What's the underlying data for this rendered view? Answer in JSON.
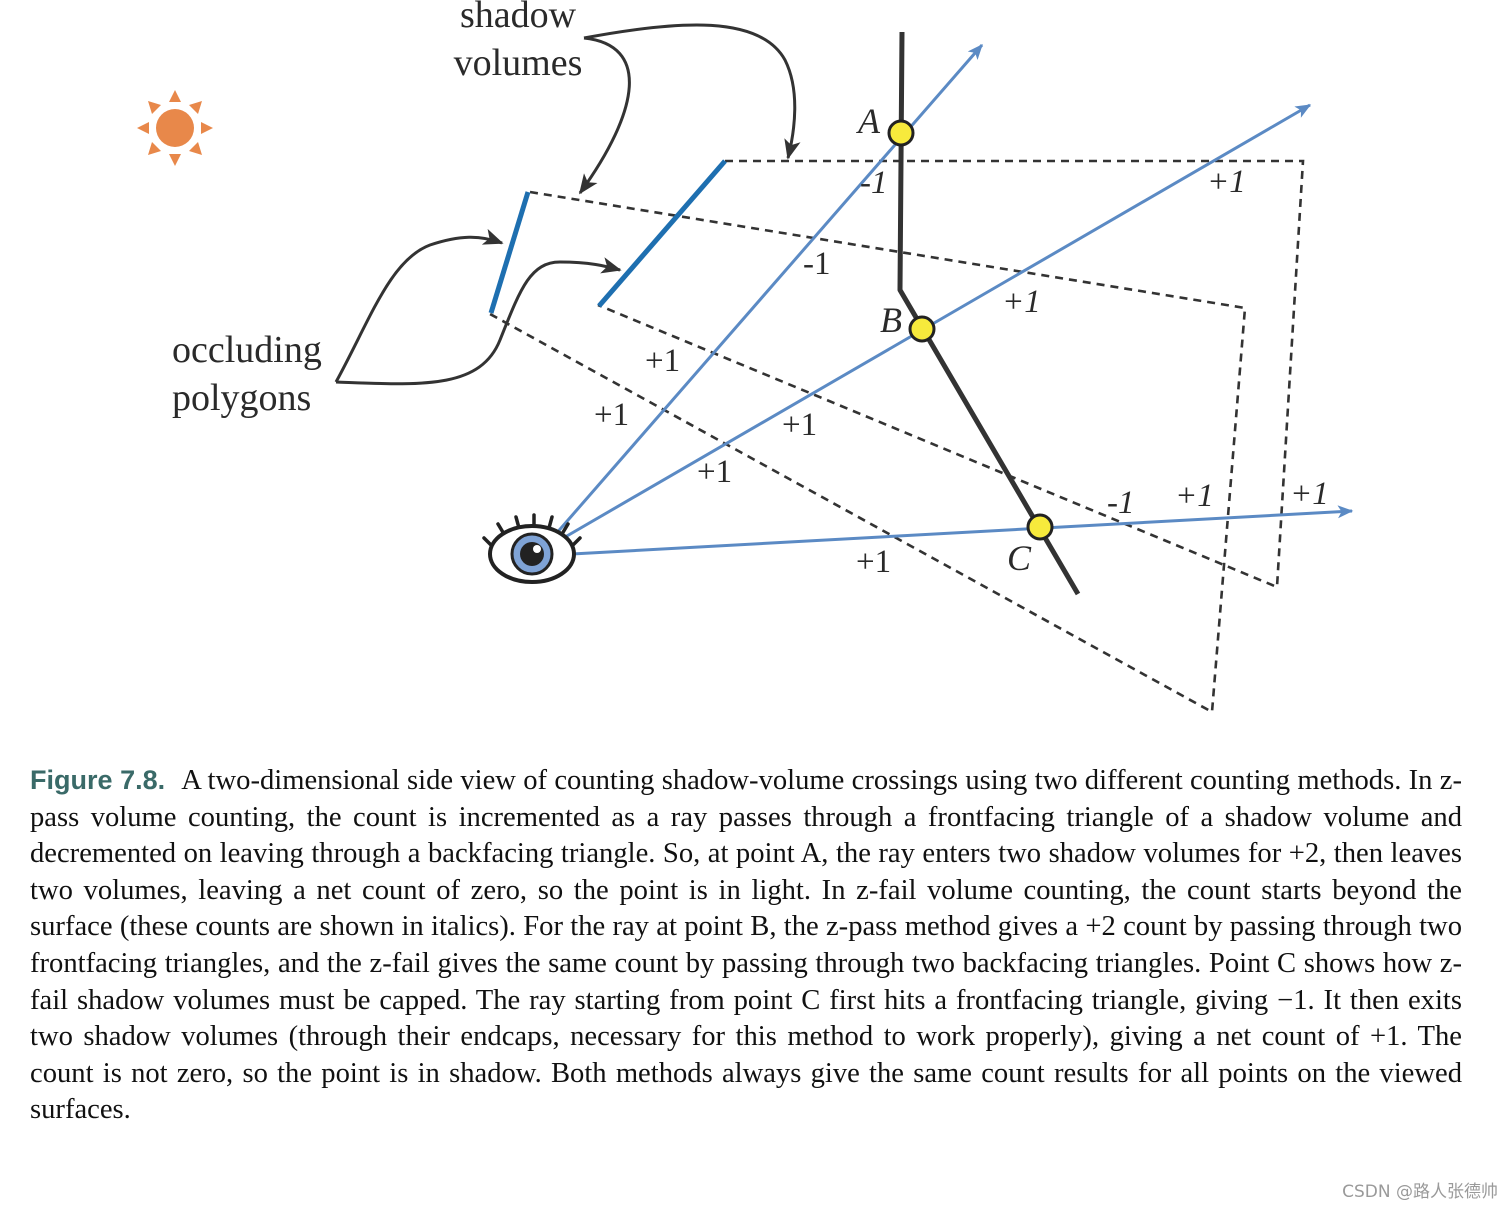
{
  "labels": {
    "shadow_line1": "shadow",
    "shadow_line2": "volumes",
    "occluding_line1": "occluding",
    "occluding_line2": "polygons",
    "point_a": "A",
    "point_b": "B",
    "point_c": "C"
  },
  "counts": {
    "a_m1_italic": "-1",
    "a_p1_italic": "+1",
    "a_m1": "-1",
    "a_p1_upper": "+1",
    "a_p1_lower": "+1",
    "b_p1_italic": "+1",
    "b_p1_upper": "+1",
    "b_p1_lower": "+1",
    "c_m1_italic": "-1",
    "c_p1_italic_a": "+1",
    "c_p1_italic_b": "+1",
    "c_p1": "+1"
  },
  "colors": {
    "ray": "#5b8ac4",
    "polygon": "#1e6fb0",
    "surface": "#333333",
    "point_fill": "#f7ea3c",
    "sun": "#e8884a",
    "eye_iris": "#7fa3d6",
    "caption_label": "#3a6a68"
  },
  "icons": {
    "sun": "sun-icon",
    "eye": "eye-icon"
  },
  "caption": {
    "label": "Figure 7.8.",
    "text": "A two-dimensional side view of counting shadow-volume crossings using two different counting methods. In z-pass volume counting, the count is incremented as a ray passes through a frontfacing triangle of a shadow volume and decremented on leaving through a backfacing triangle. So, at point A, the ray enters two shadow volumes for +2, then leaves two volumes, leaving a net count of zero, so the point is in light. In z-fail volume counting, the count starts beyond the surface (these counts are shown in italics). For the ray at point B, the z-pass method gives a +2 count by passing through two frontfacing triangles, and the z-fail gives the same count by passing through two backfacing triangles. Point C shows how z-fail shadow volumes must be capped. The ray starting from point C first hits a frontfacing triangle, giving −1. It then exits two shadow volumes (through their endcaps, necessary for this method to work properly), giving a net count of +1. The count is not zero, so the point is in shadow. Both methods always give the same count results for all points on the viewed surfaces."
  },
  "watermark": "CSDN @路人张德帅"
}
